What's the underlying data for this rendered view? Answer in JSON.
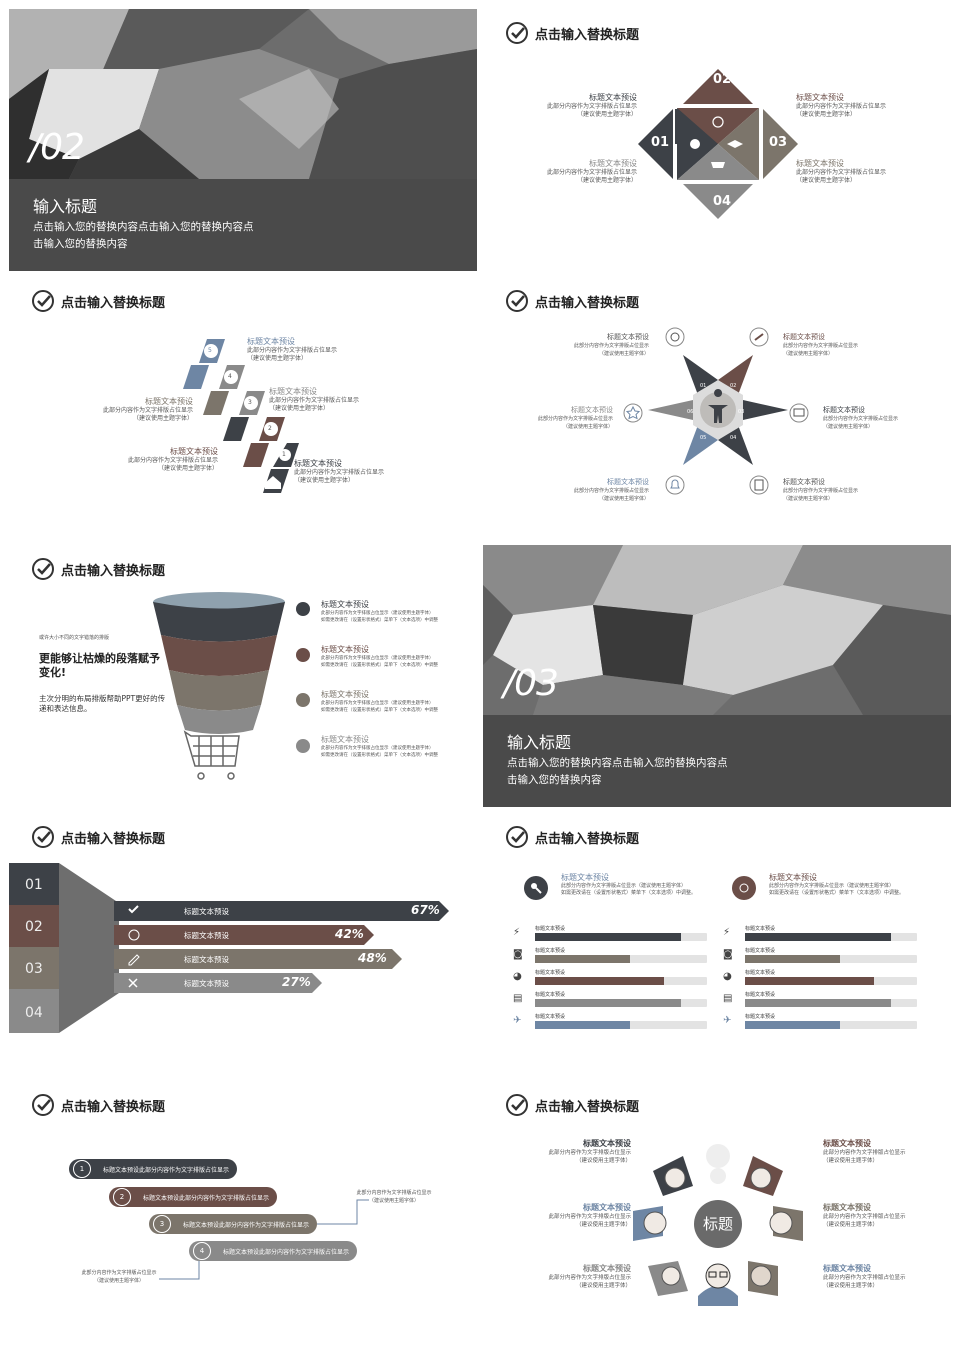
{
  "common": {
    "slide_title": "点击输入替换标题",
    "label": "标题文本预设",
    "body": "此部分内容作为文字排版占位显示",
    "body2": "（建议使用主题字体）"
  },
  "s1": {
    "num": "/02",
    "title": "输入标题",
    "desc": "点击输入您的替换内容点击输入您的替换内容点击输入您的替换内容"
  },
  "s2": {
    "numbers": [
      "02",
      "01",
      "03",
      "04"
    ]
  },
  "s3": {
    "steps": [
      "5",
      "4",
      "3",
      "2",
      "1"
    ]
  },
  "s4": {
    "labels": [
      "01",
      "02",
      "03",
      "04",
      "05",
      "06"
    ]
  },
  "s5": {
    "small": "或许大小不同的文字错落的排版",
    "headline": "更能够让枯燥的段落赋予变化!",
    "sub": "主次分明的布局排版帮助PPT更好的传递和表达信息。",
    "bullet1": "此部分内容作为文字排版占位显示（建议使用主题字体）",
    "bullet2": "如需更改请在（设置形状格式）菜单下（文本选项）中调整"
  },
  "s6": {
    "num": "/03",
    "title": "输入标题",
    "desc": "点击输入您的替换内容点击输入您的替换内容点击输入您的替换内容"
  },
  "s7": {
    "left_nums": [
      "01",
      "02",
      "03",
      "04"
    ],
    "percents": [
      "67%",
      "42%",
      "48%",
      "27%"
    ]
  },
  "s8": {
    "desc1": "此部分内容作为文字排版占位显示（建议使用主题字体）",
    "desc2": "如需更改请在（设置形状格式）菜单下（文本选项）中调整。",
    "bar_values": [
      0.85,
      0.55,
      0.75,
      0.85,
      0.55
    ]
  },
  "s9": {
    "nums": [
      "1",
      "2",
      "3",
      "4"
    ],
    "row_text": "标题文本预设此部分内容作为文字排版占位显示",
    "side1": "此部分内容作为文字排版占位显示",
    "side2": "（建议使用主题字体）"
  },
  "s10": {
    "center": "标题"
  },
  "colors": {
    "dark": "#3d4147",
    "brown": "#6b4e48",
    "taupe": "#7c756b",
    "gray": "#8a8a8a",
    "blue": "#6e86a4",
    "band": "#4a4a4a"
  }
}
